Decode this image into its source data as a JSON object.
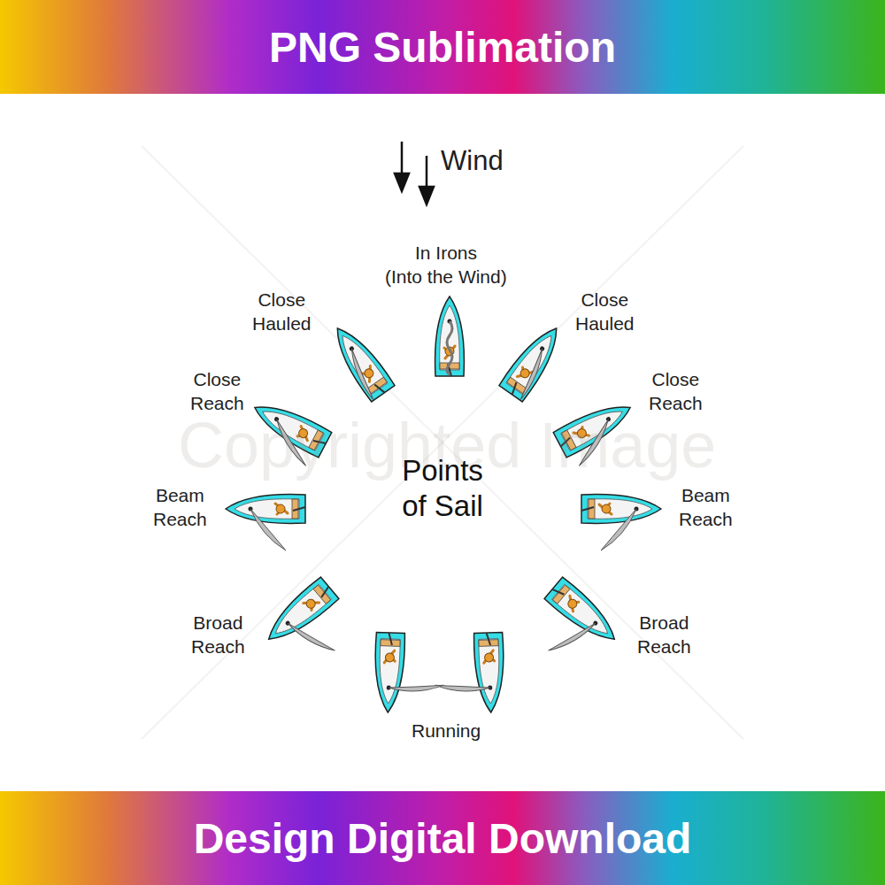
{
  "diagram": {
    "title": "Points of Sail",
    "nodes": [
      {
        "text": [
          "PNG Sublimation"
        ]
      },
      {
        "text": [
          "Design Digital Download"
        ]
      }
    ],
    "labels": [
      "Wind",
      "In Irons",
      "(Into the Wind)",
      "Close Hauled",
      "Close Hauled",
      "Close Reach",
      "Close Reach",
      "Beam Reach",
      "Beam Reach",
      "Broad Reach",
      "Broad Reach",
      "Running",
      "Copyrighted Image"
    ]
  }
}
